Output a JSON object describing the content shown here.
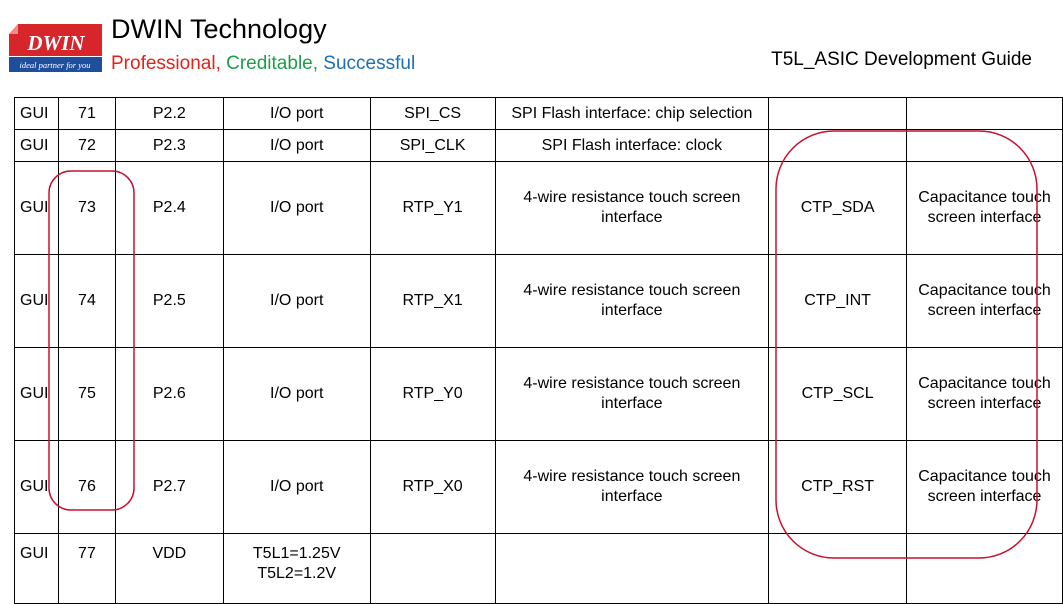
{
  "header": {
    "logo_text": "DWIN",
    "logo_tagline": "ideal partner for you",
    "company_name": "DWIN Technology",
    "slogan": {
      "word1": "Professional",
      "sep1": ", ",
      "word2": "Creditable",
      "sep2": ", ",
      "word3": "Successful"
    },
    "doc_title": "T5L_ASIC Development Guide"
  },
  "colors": {
    "logo_red": "#d7262b",
    "logo_blue": "#1f4f9c",
    "slogan_red": "#e2231a",
    "slogan_green": "#1d9e4a",
    "slogan_blue": "#1b6fb6",
    "annotation": "#c8102e"
  },
  "table": {
    "rows": [
      {
        "type": "GUI",
        "pin": "71",
        "name": "P2.2",
        "function": "I/O port",
        "signal": "SPI_CS",
        "description": "SPI Flash interface: chip selection",
        "alt_signal": "",
        "alt_description": ""
      },
      {
        "type": "GUI",
        "pin": "72",
        "name": "P2.3",
        "function": "I/O port",
        "signal": "SPI_CLK",
        "description": "SPI Flash interface: clock",
        "alt_signal": "",
        "alt_description": ""
      },
      {
        "type": "GUI",
        "pin": "73",
        "name": "P2.4",
        "function": "I/O port",
        "signal": "RTP_Y1",
        "description": "4-wire resistance touch screen interface",
        "alt_signal": "CTP_SDA",
        "alt_description": "Capacitance touch screen interface"
      },
      {
        "type": "GUI",
        "pin": "74",
        "name": "P2.5",
        "function": "I/O port",
        "signal": "RTP_X1",
        "description": "4-wire resistance touch screen interface",
        "alt_signal": "CTP_INT",
        "alt_description": "Capacitance touch screen interface"
      },
      {
        "type": "GUI",
        "pin": "75",
        "name": "P2.6",
        "function": "I/O port",
        "signal": "RTP_Y0",
        "description": "4-wire resistance touch screen interface",
        "alt_signal": "CTP_SCL",
        "alt_description": "Capacitance touch screen interface"
      },
      {
        "type": "GUI",
        "pin": "76",
        "name": "P2.7",
        "function": "I/O port",
        "signal": "RTP_X0",
        "description": "4-wire resistance touch screen interface",
        "alt_signal": "CTP_RST",
        "alt_description": "Capacitance touch screen interface"
      },
      {
        "type": "GUI",
        "pin": "77",
        "name": "VDD",
        "function": "T5L1=1.25V T5L2=1.2V",
        "signal": "",
        "description": "",
        "alt_signal": "",
        "alt_description": ""
      }
    ]
  }
}
